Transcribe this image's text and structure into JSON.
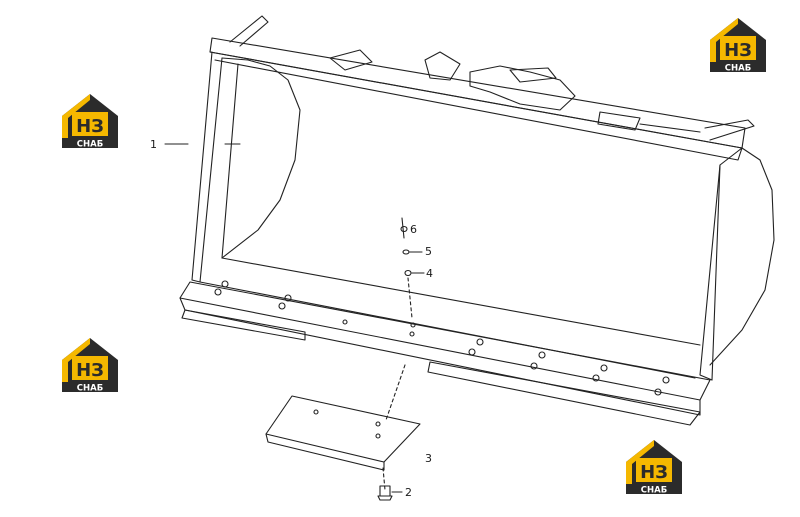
{
  "callouts": {
    "c1": "1",
    "c2": "2",
    "c3": "3",
    "c4": "4",
    "c5": "5",
    "c6": "6"
  },
  "logo": {
    "mark": "НЗ",
    "word": "СНАБ",
    "colors": {
      "yellow": "#f5b800",
      "dark": "#2b2b2b",
      "white": "#ffffff"
    }
  }
}
